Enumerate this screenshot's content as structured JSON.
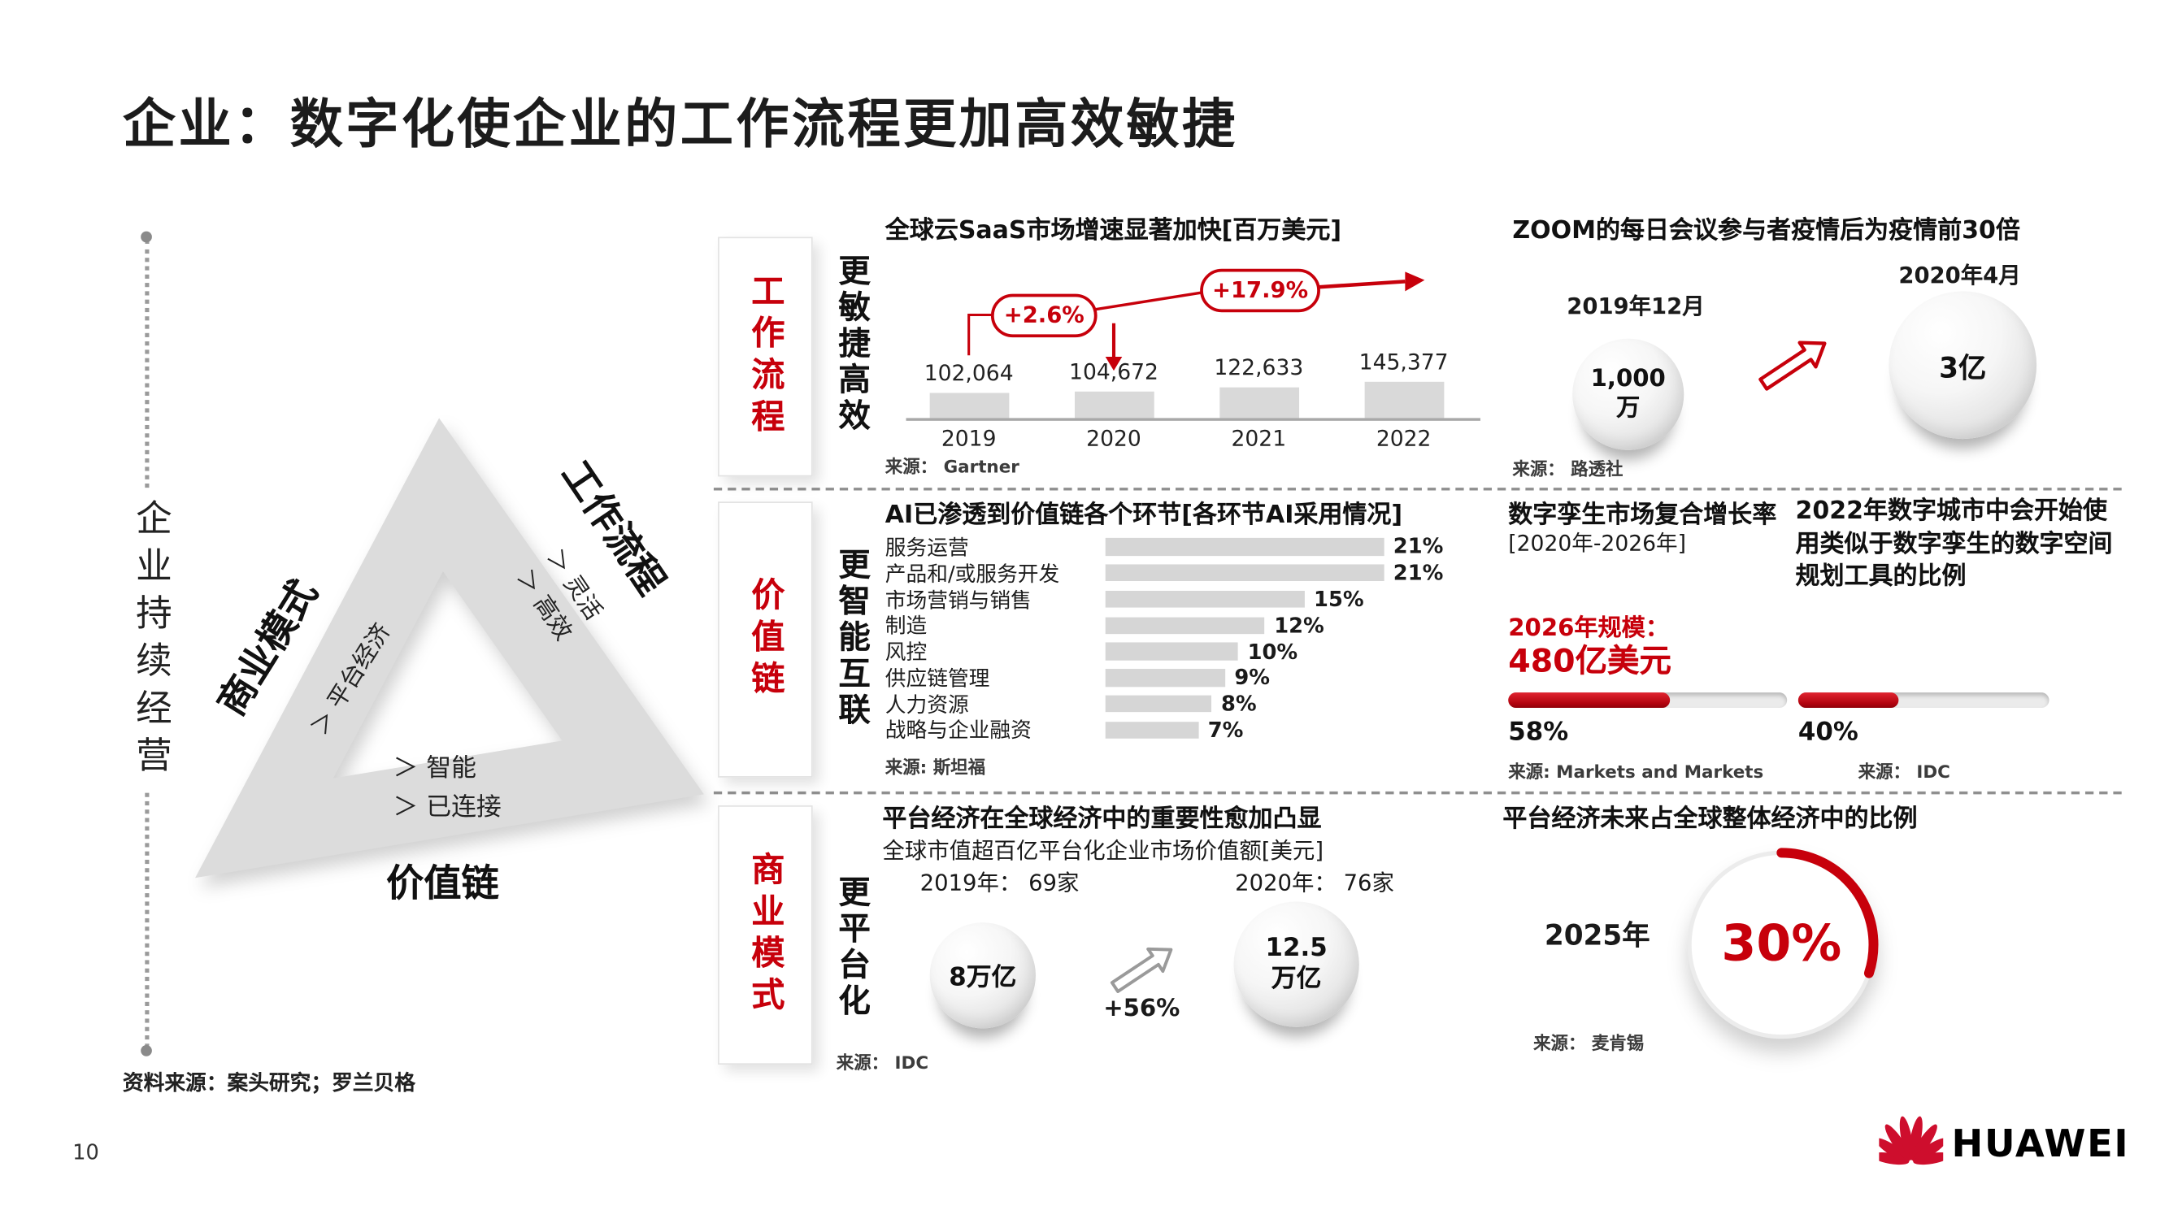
{
  "slide": {
    "title": "企业：数字化使企业的工作流程更加高效敏捷",
    "footer_source": "资料来源：案头研究；罗兰贝格",
    "page_number": "10",
    "brand": "HUAWEI"
  },
  "colors": {
    "accent": "#C7000B",
    "bar_gray": "#D9D9D9"
  },
  "left_diagram": {
    "axis_label": "企业持续经营",
    "business_model": "商业模式",
    "platform_economy": "＞ 平台经济",
    "workflow": "工作流程",
    "flexible": "＞ 灵活",
    "efficient": "＞ 高效",
    "intelligent": "＞ 智能",
    "connected": "＞ 已连接",
    "value_chain": "价值链"
  },
  "sections": {
    "workflow": {
      "tab": "工作流程",
      "headline": "更敏捷高效",
      "saas": {
        "title": "全球云SaaS市场增速显著加快[百万美元]",
        "growth1": "+2.6%",
        "growth2": "+17.9%",
        "source": "来源： Gartner"
      },
      "zoom": {
        "title": "ZOOM的每日会议参与者疫情后为疫情前30倍",
        "date1": "2019年12月",
        "value1": "1,000万",
        "date2": "2020年4月",
        "value2": "3亿",
        "source": "来源： 路透社"
      }
    },
    "value_chain": {
      "tab": "价值链",
      "headline": "更智能互联",
      "ai": {
        "title": "AI已渗透到价值链各个环节[各环节AI采用情况]",
        "source": "来源: 斯坦福"
      },
      "digital_twin": {
        "title": "数字孪生市场复合增长率",
        "subtitle": "[2020年-2026年]",
        "scale_label": "2026年规模：",
        "scale_value": "480亿美元",
        "percent_label": "58%",
        "source": "来源: Markets and Markets"
      },
      "digital_city": {
        "title": "2022年数字城市中会开始使用类似于数字孪生的数字空间规划工具的比例",
        "percent_label": "40%",
        "source": "来源： IDC"
      }
    },
    "business_model": {
      "tab": "商业模式",
      "headline": "更平台化",
      "platform": {
        "title": "平台经济在全球经济中的重要性愈加凸显",
        "subtitle": "全球市值超百亿平台化企业市场价值额[美元]",
        "year1": "2019年： 69家",
        "value1": "8万亿",
        "growth": "+56%",
        "year2": "2020年： 76家",
        "value2": "12.5万亿",
        "source": "来源： IDC"
      },
      "share": {
        "title": "平台经济未来占全球整体经济中的比例",
        "year": "2025年",
        "percent_label": "30%",
        "source": "来源： 麦肯锡"
      }
    }
  },
  "chart_data": [
    {
      "type": "bar",
      "title": "全球云SaaS市场增速显著加快[百万美元]",
      "categories": [
        "2019",
        "2020",
        "2021",
        "2022"
      ],
      "values": [
        102064,
        104672,
        122633,
        145377
      ],
      "value_labels": [
        "102,064",
        "104,672",
        "122,633",
        "145,377"
      ],
      "annotations": [
        "+2.6%",
        "+17.9%"
      ],
      "ylim": [
        0,
        150000
      ],
      "source": "Gartner"
    },
    {
      "type": "bar",
      "orientation": "horizontal",
      "title": "AI已渗透到价值链各个环节[各环节AI采用情况]",
      "categories": [
        "服务运营",
        "产品和/或服务开发",
        "市场营销与销售",
        "制造",
        "风控",
        "供应链管理",
        "人力资源",
        "战略与企业融资"
      ],
      "values": [
        21,
        21,
        15,
        12,
        10,
        9,
        8,
        7
      ],
      "value_labels": [
        "21%",
        "21%",
        "15%",
        "12%",
        "10%",
        "9%",
        "8%",
        "7%"
      ],
      "xlim": [
        0,
        25
      ],
      "source": "斯坦福"
    },
    {
      "type": "progress",
      "title": "数字孪生市场复合增长率[2020年-2026年]",
      "value": 58,
      "label": "58%",
      "annotation": "2026年规模：480亿美元"
    },
    {
      "type": "progress",
      "title": "2022年数字城市中会开始使用类似于数字孪生的数字空间规划工具的比例",
      "value": 40,
      "label": "40%"
    },
    {
      "type": "donut",
      "title": "平台经济未来占全球整体经济中的比例",
      "value": 30,
      "label": "30%",
      "x": "2025年"
    },
    {
      "type": "comparison",
      "title": "ZOOM的每日会议参与者疫情后为疫情前30倍",
      "points": [
        {
          "x": "2019年12月",
          "y": "1,000万"
        },
        {
          "x": "2020年4月",
          "y": "3亿"
        }
      ]
    },
    {
      "type": "comparison",
      "title": "全球市值超百亿平台化企业市场价值额[美元]",
      "points": [
        {
          "x": "2019年：69家",
          "y": "8万亿"
        },
        {
          "x": "2020年：76家",
          "y": "12.5万亿"
        }
      ],
      "growth": "+56%"
    }
  ]
}
